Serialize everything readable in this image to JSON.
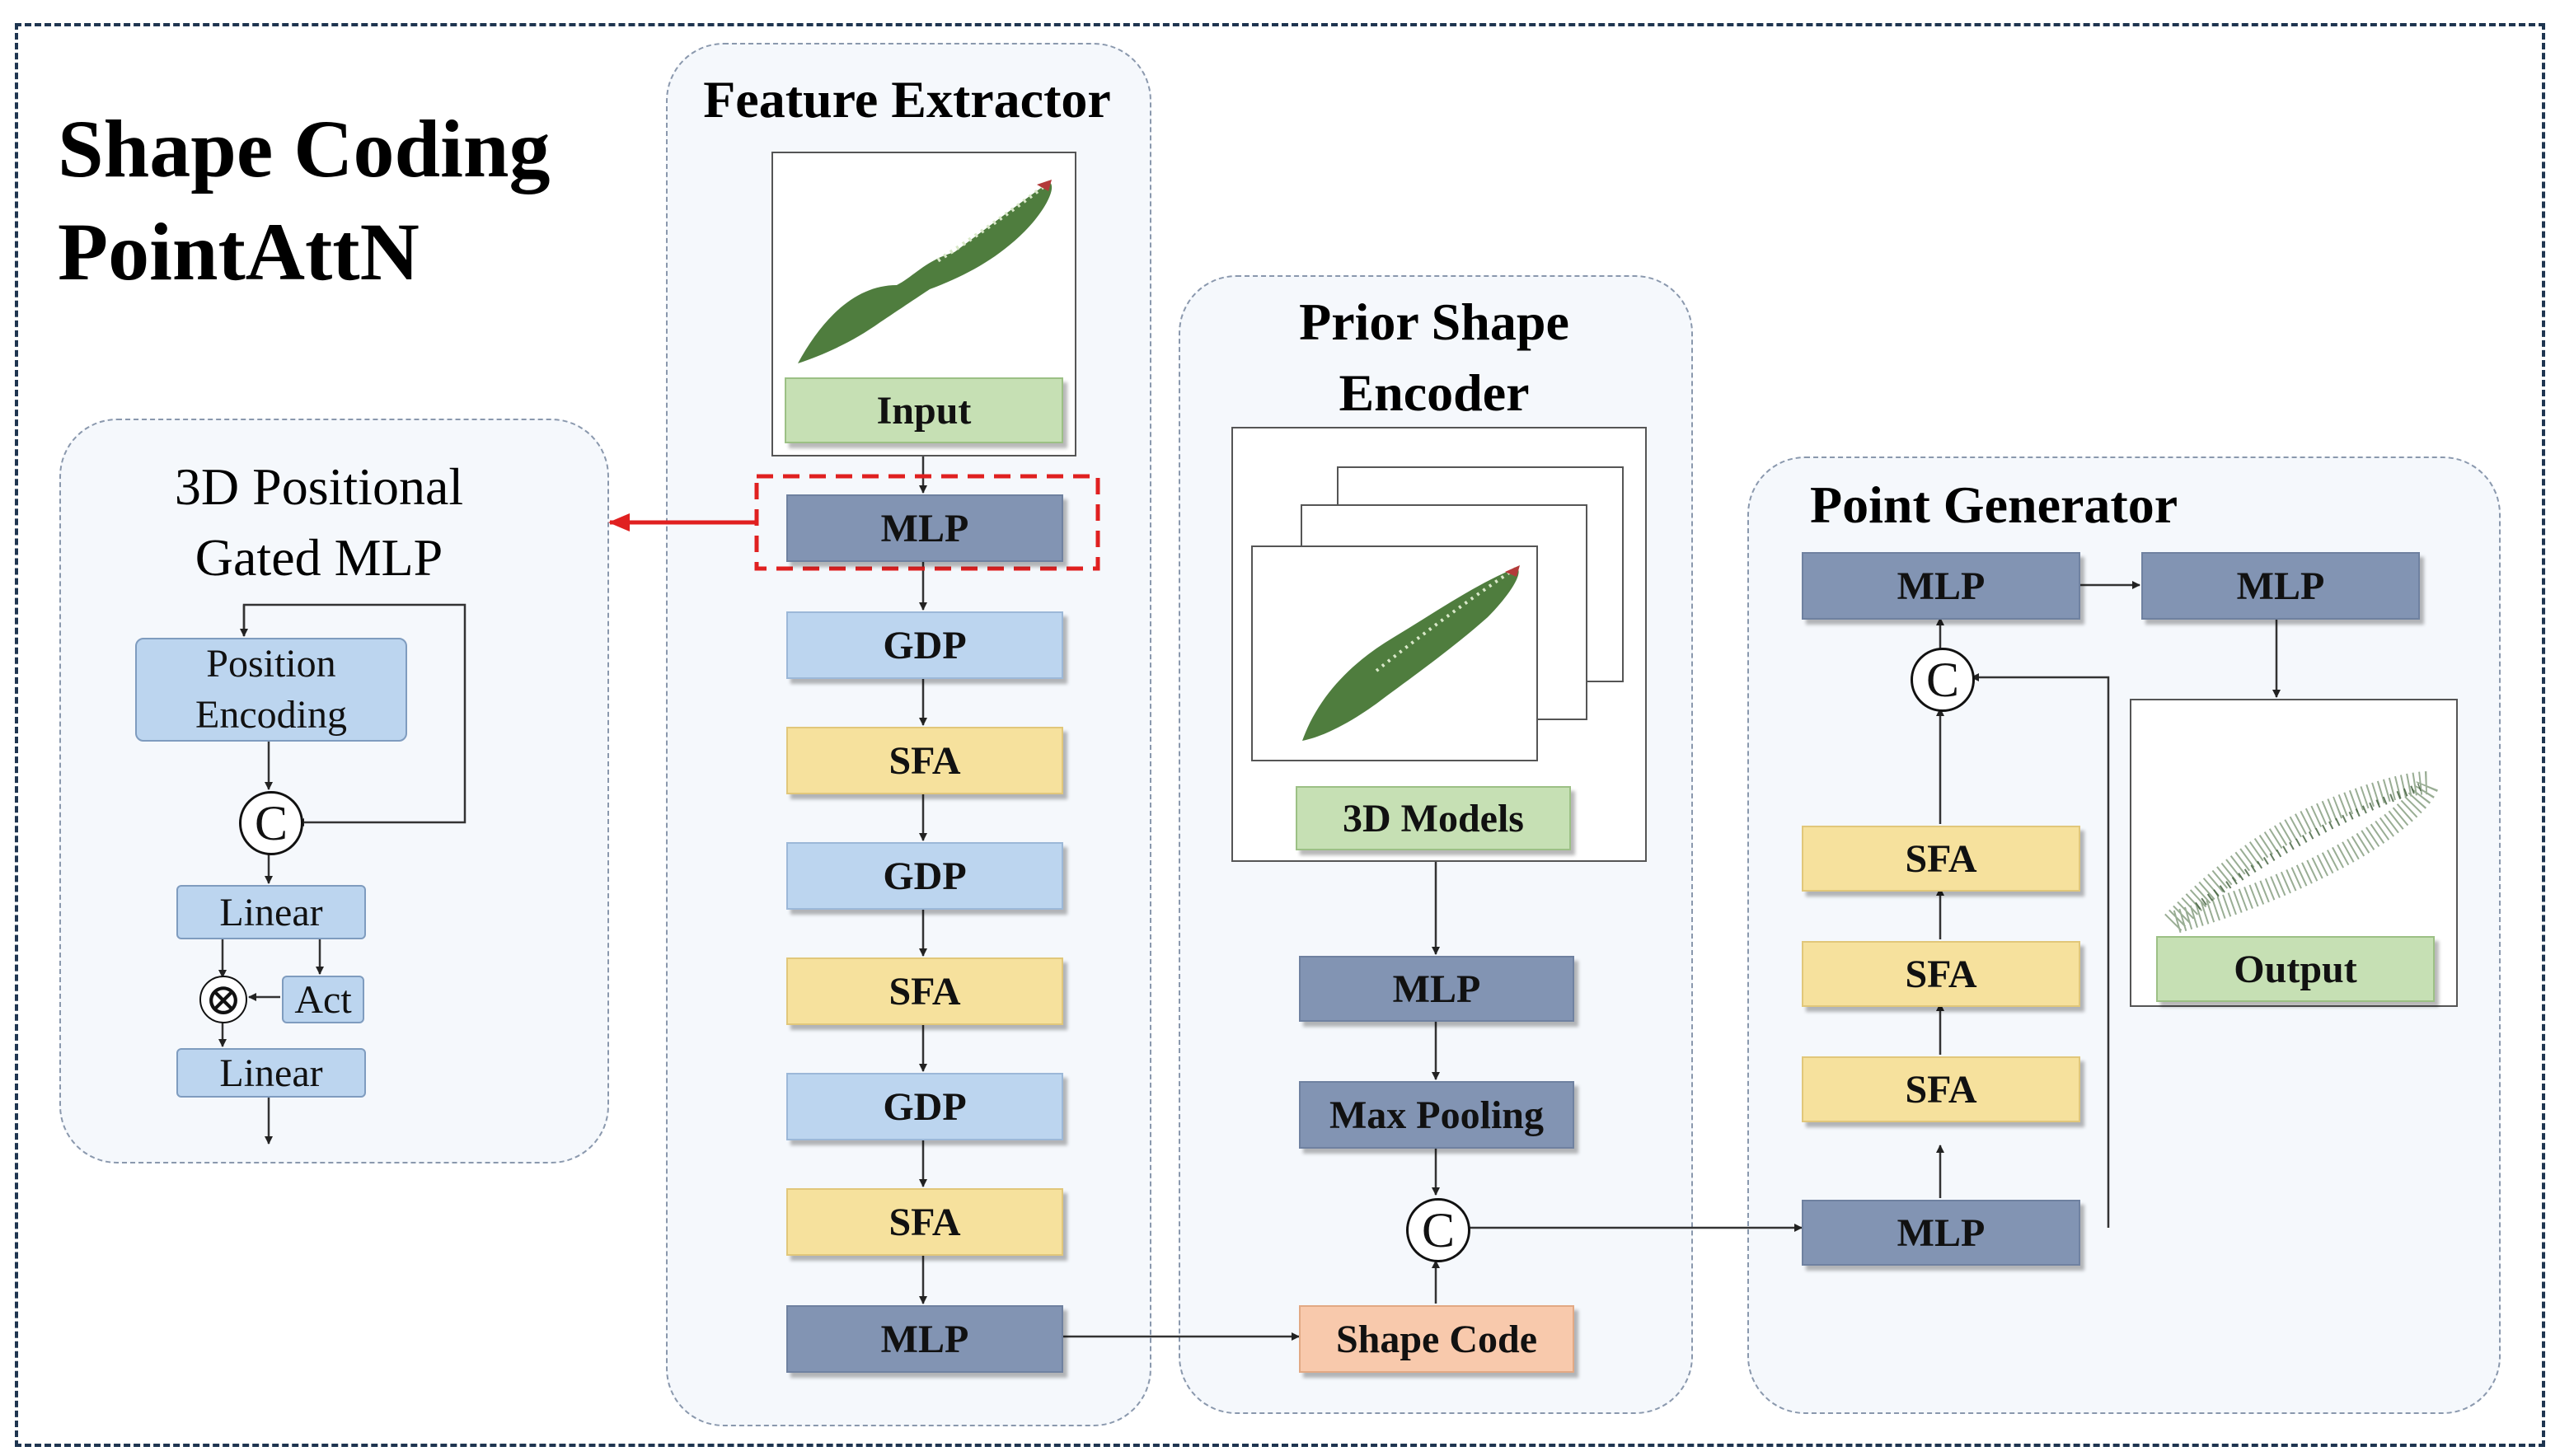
{
  "main_title": {
    "line1": "Shape Coding",
    "line2": "PointAttN"
  },
  "feature_extractor": {
    "title": "Feature Extractor",
    "input_label": "Input",
    "blocks": [
      "MLP",
      "GDP",
      "SFA",
      "GDP",
      "SFA",
      "GDP",
      "SFA",
      "MLP"
    ]
  },
  "gated_mlp": {
    "title_line1": "3D Positional",
    "title_line2": "Gated MLP",
    "position_encoding_line1": "Position",
    "position_encoding_line2": "Encoding",
    "concat_symbol": "C",
    "linear1": "Linear",
    "multiply_symbol": "⊗",
    "act": "Act",
    "linear2": "Linear"
  },
  "prior_shape_encoder": {
    "title_line1": "Prior Shape",
    "title_line2": "Encoder",
    "models_label": "3D Models",
    "mlp": "MLP",
    "max_pooling": "Max Pooling",
    "concat_symbol": "C",
    "shape_code": "Shape Code"
  },
  "point_generator": {
    "title": "Point Generator",
    "mlp_top_left": "MLP",
    "mlp_top_right": "MLP",
    "concat_symbol": "C",
    "sfa_blocks": [
      "SFA",
      "SFA",
      "SFA"
    ],
    "mlp_bottom": "MLP",
    "output_label": "Output"
  },
  "colors": {
    "mlp": "#8294b3",
    "gdp": "#bcd5ef",
    "sfa": "#f6e19d",
    "green": "#c6e0b4",
    "shape_code": "#f8c9ac",
    "highlight_red": "#e02020",
    "leaf_green": "#4f7d3e"
  }
}
